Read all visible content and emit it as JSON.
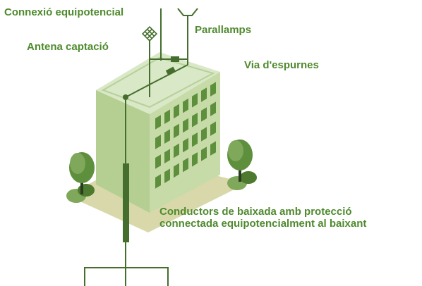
{
  "labels": {
    "equipotential_connection": "Connexió equipotencial",
    "lightning_rod": "Parallamps",
    "receiving_antenna": "Antena captació",
    "spark_gap": "Via d'espurnes",
    "down_conductors_line1": "Conductors de baixada amb protecció",
    "down_conductors_line2": "connectada equipotencialment al baixant"
  },
  "colors": {
    "label_text": "#4f8a2e",
    "conductor": "#456e2e",
    "building_front": "#a9c684",
    "building_side": "#c9ddb0",
    "building_roof": "#d9e8c6",
    "window": "#5e8f3d",
    "ground": "#d9d8ab",
    "tree_dark": "#4d7a2e",
    "tree_light": "#7fa85a",
    "trunk": "#2b3b22"
  }
}
